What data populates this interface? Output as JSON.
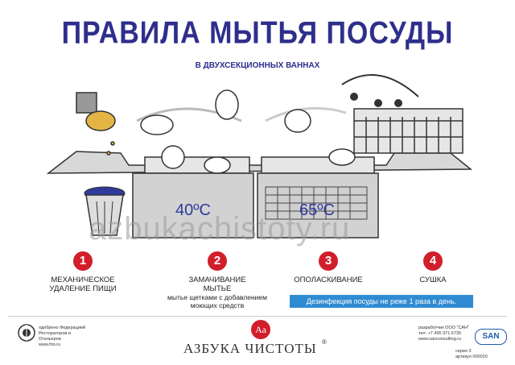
{
  "title": "ПРАВИЛА МЫТЬЯ ПОСУДЫ",
  "subtitle": "В ДВУХСЕКЦИОННЫХ ВАННАХ",
  "temperatures": {
    "left": "40ºC",
    "right": "65ºC"
  },
  "watermark": "azbukachistoty.ru",
  "steps": [
    {
      "number": "1",
      "label": "МЕХАНИЧЕСКОЕ\nУДАЛЕНИЕ ПИЩИ",
      "note": ""
    },
    {
      "number": "2",
      "label": "ЗАМАЧИВАНИЕ\nМЫТЬЕ",
      "note": "мытье щетками с добавлением\nмоющих средств"
    },
    {
      "number": "3",
      "label": "ОПОЛАСКИВАНИЕ",
      "note": ""
    },
    {
      "number": "4",
      "label": "СУШКА",
      "note": ""
    }
  ],
  "disinfection_note": "Дезинфекция посуды не реже 1 раза в день.",
  "footer": {
    "endorsement": "одобрено Федерацией\nРестораторов и\nОтельеров\nwww.frio.ru",
    "developer": "разработчик ООО \"САН\"\nтел: +7 495 971 6735\nwww.sanconsulting.ru",
    "brand_mark": "Аа",
    "brand": "АЗБУКА ЧИСТОТЫ",
    "registered": "®",
    "san_logo": "SAN",
    "series": "серия 3\nартикул 000020"
  },
  "colors": {
    "title": "#2e2f8c",
    "step_circle": "#d21e2b",
    "banner": "#2f8bd2"
  }
}
